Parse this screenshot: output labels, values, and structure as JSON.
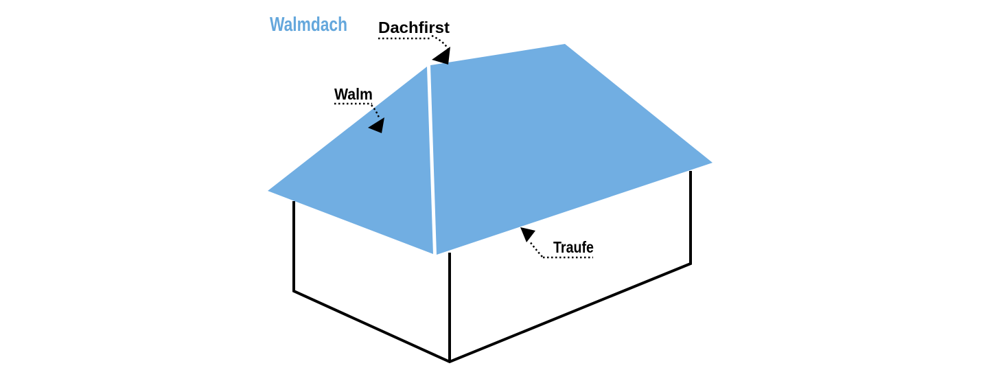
{
  "diagram": {
    "title": "Walmdach",
    "labels": {
      "dachfirst": "Dachfirst",
      "walm": "Walm",
      "traufe": "Traufe"
    },
    "colors": {
      "roof_blue": "#71AEE2",
      "title_blue": "#64A7DC",
      "outline_black": "#000000",
      "background": "#FFFFFF"
    }
  }
}
